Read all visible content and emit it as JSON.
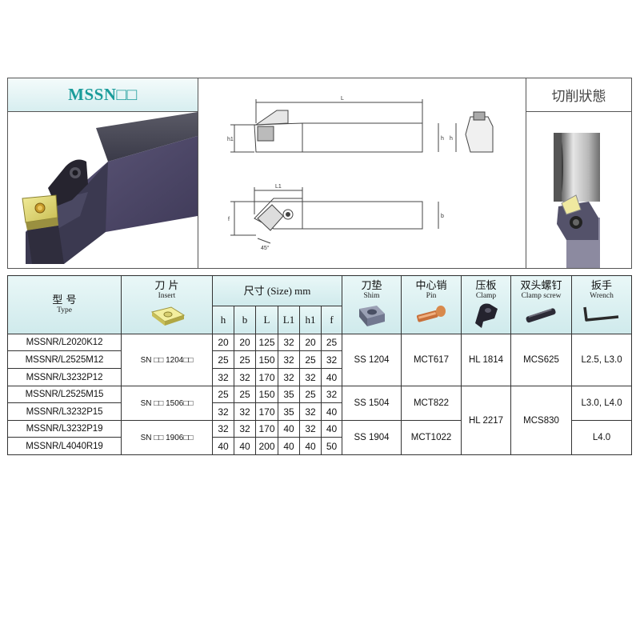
{
  "header": {
    "product_title": "MSSN□□",
    "cutting_state_title": "切削狀態"
  },
  "diagram": {
    "dim_L": "L",
    "dim_h1": "h1",
    "dim_h": "h",
    "dim_L1": "L1",
    "dim_f": "f",
    "dim_b": "b",
    "dim_angle": "45°"
  },
  "table": {
    "headers": {
      "type_cn": "型 号",
      "type_en": "Type",
      "insert_cn": "刀 片",
      "insert_en": "Insert",
      "size_label": "尺寸 (Size) mm",
      "shim_cn": "刀垫",
      "shim_en": "Shim",
      "pin_cn": "中心销",
      "pin_en": "Pin",
      "clamp_cn": "压板",
      "clamp_en": "Clamp",
      "screw_cn": "双头螺钉",
      "screw_en": "Clamp screw",
      "wrench_cn": "扳手",
      "wrench_en": "Wrench"
    },
    "size_columns": [
      "h",
      "b",
      "L",
      "L1",
      "h1",
      "f"
    ],
    "rows": [
      {
        "type": "MSSNR/L2020K12",
        "h": "20",
        "b": "20",
        "L": "125",
        "L1": "32",
        "h1": "20",
        "f": "25"
      },
      {
        "type": "MSSNR/L2525M12",
        "h": "25",
        "b": "25",
        "L": "150",
        "L1": "32",
        "h1": "25",
        "f": "32"
      },
      {
        "type": "MSSNR/L3232P12",
        "h": "32",
        "b": "32",
        "L": "170",
        "L1": "32",
        "h1": "32",
        "f": "40"
      },
      {
        "type": "MSSNR/L2525M15",
        "h": "25",
        "b": "25",
        "L": "150",
        "L1": "35",
        "h1": "25",
        "f": "32"
      },
      {
        "type": "MSSNR/L3232P15",
        "h": "32",
        "b": "32",
        "L": "170",
        "L1": "35",
        "h1": "32",
        "f": "40"
      },
      {
        "type": "MSSNR/L3232P19",
        "h": "32",
        "b": "32",
        "L": "170",
        "L1": "40",
        "h1": "32",
        "f": "40"
      },
      {
        "type": "MSSNR/L4040R19",
        "h": "40",
        "b": "40",
        "L": "200",
        "L1": "40",
        "h1": "40",
        "f": "50"
      }
    ],
    "groups": {
      "insert_1204": "SN □□ 1204□□",
      "insert_1506": "SN □□ 1506□□",
      "insert_1906": "SN □□ 1906□□",
      "shim_1204": "SS 1204",
      "shim_1504": "SS 1504",
      "shim_1904": "SS 1904",
      "pin_617": "MCT617",
      "pin_822": "MCT822",
      "pin_1022": "MCT1022",
      "clamp_1814": "HL 1814",
      "clamp_2217": "HL 2217",
      "screw_625": "MCS625",
      "screw_830": "MCS830",
      "wrench_25_30": "L2.5, L3.0",
      "wrench_30_40": "L3.0, L4.0",
      "wrench_40": "L4.0"
    }
  }
}
